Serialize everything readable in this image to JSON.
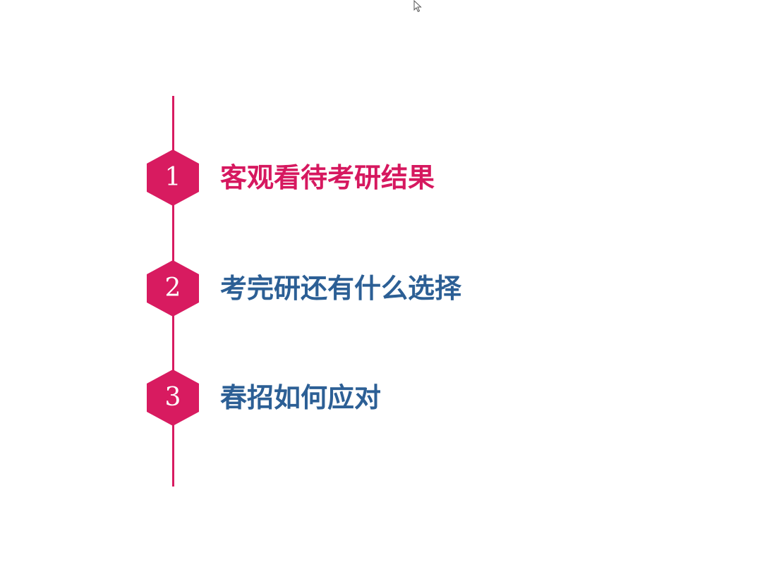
{
  "colors": {
    "accent": "#d81b60",
    "active_text": "#d6185f",
    "normal_text": "#2c5f95",
    "background": "#ffffff"
  },
  "items": [
    {
      "number": "1",
      "label": "客观看待考研结果",
      "state": "active"
    },
    {
      "number": "2",
      "label": "考完研还有什么选择",
      "state": "normal"
    },
    {
      "number": "3",
      "label": "春招如何应对",
      "state": "normal"
    }
  ],
  "cursor_icon": "mouse-pointer-icon"
}
